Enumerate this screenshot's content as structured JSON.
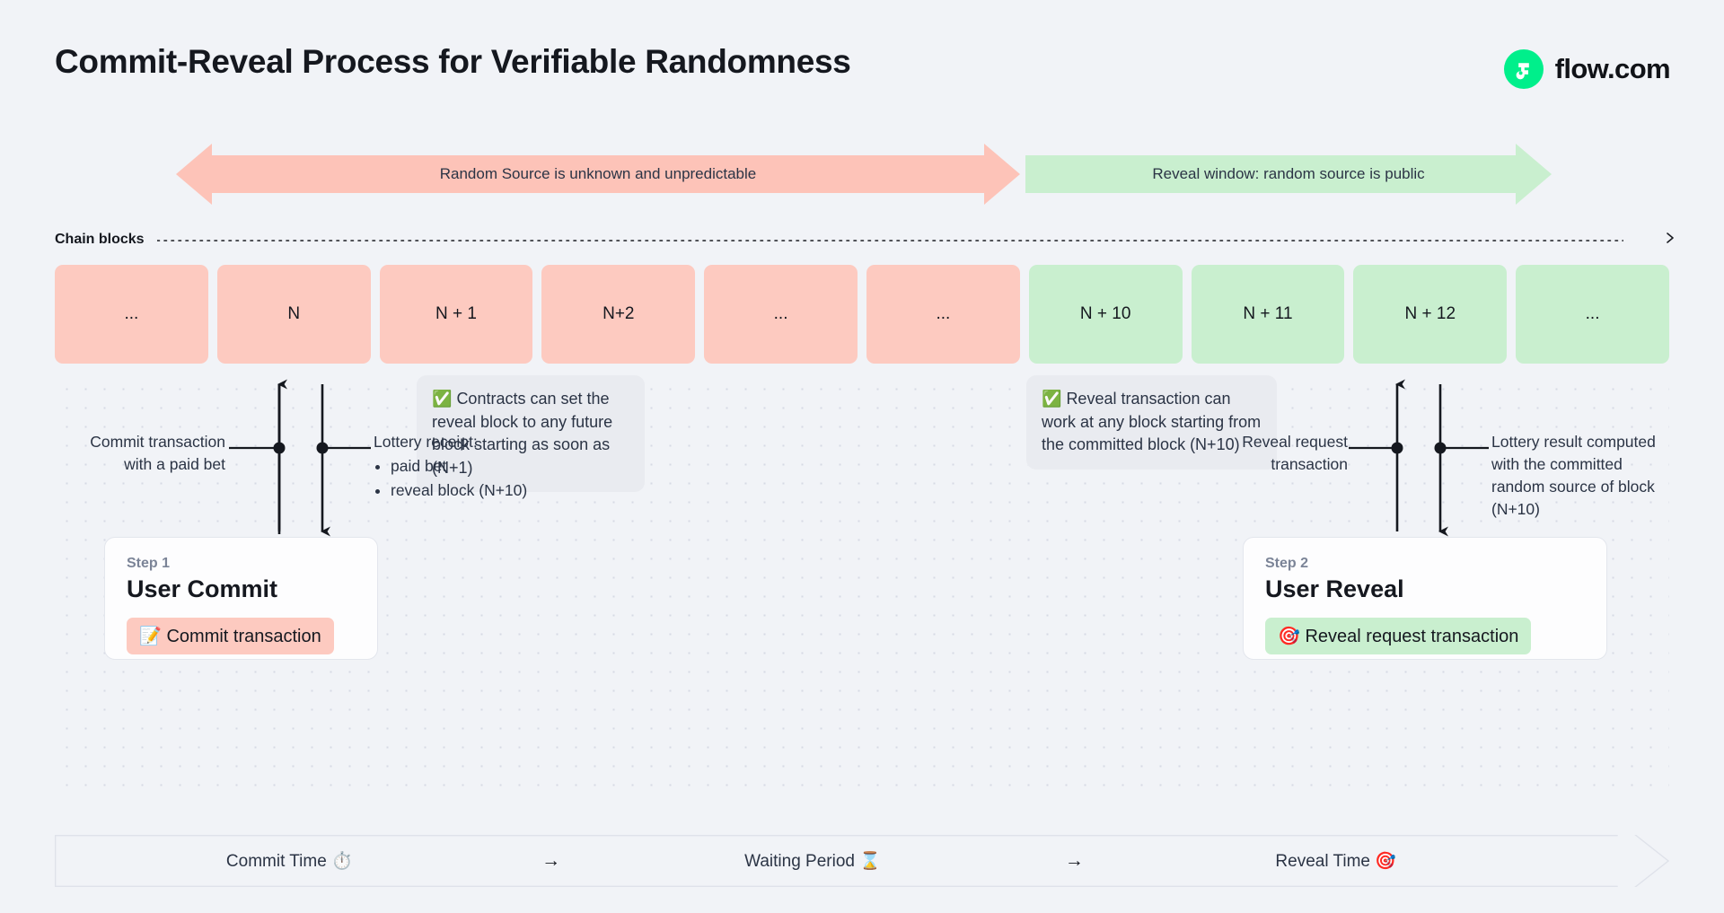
{
  "header": {
    "title": "Commit-Reveal Process for Verifiable Randomness",
    "brand_name": "flow.com",
    "brand_icon": "flow-logo-icon",
    "brand_color": "#00ef8b"
  },
  "phases": [
    {
      "label": "Random Source is unknown and unpredictable",
      "color": "#fdc3b8",
      "shape": "double-arrow"
    },
    {
      "label": "Reveal window: random source is public",
      "color": "#c9efcf",
      "shape": "right-arrow"
    }
  ],
  "chain": {
    "label": "Chain blocks",
    "dotted_line": true,
    "line_end_icon": "chevron-right-icon",
    "blocks": [
      {
        "label": "...",
        "state": "pink"
      },
      {
        "label": "N",
        "state": "pink"
      },
      {
        "label": "N + 1",
        "state": "pink"
      },
      {
        "label": "N+2",
        "state": "pink"
      },
      {
        "label": "...",
        "state": "pink"
      },
      {
        "label": "...",
        "state": "pink"
      },
      {
        "label": "N + 10",
        "state": "green"
      },
      {
        "label": "N + 11",
        "state": "green"
      },
      {
        "label": "N + 12",
        "state": "green"
      },
      {
        "label": "...",
        "state": "green"
      }
    ]
  },
  "callouts": [
    {
      "icon": "check-mark-button-emoji",
      "glyph": "✅",
      "text": "Contracts can set the reveal block to any future block starting as soon as (N+1)"
    },
    {
      "icon": "check-mark-button-emoji",
      "glyph": "✅",
      "text": "Reveal transaction can work at any block starting from the committed block (N+10)"
    }
  ],
  "annotations": {
    "commit_transaction": {
      "line1": "Commit transaction",
      "line2": "with a paid bet"
    },
    "lottery_receipt": {
      "title": "Lottery receipt:",
      "items": [
        "paid bet",
        "reveal block (N+10)"
      ]
    },
    "reveal_request": {
      "line1": "Reveal request",
      "line2": "transaction"
    },
    "lottery_result": {
      "text": "Lottery result computed with the committed random source of block (N+10)"
    }
  },
  "steps": [
    {
      "eyebrow": "Step 1",
      "title": "User Commit",
      "pill_glyph": "📝",
      "pill_icon": "memo-emoji",
      "pill_label": "Commit transaction",
      "pill_color": "#fdcac0"
    },
    {
      "eyebrow": "Step 2",
      "title": "User Reveal",
      "pill_glyph": "🎯",
      "pill_icon": "direct-hit-emoji",
      "pill_label": "Reveal request transaction",
      "pill_color": "#c9efcf"
    }
  ],
  "timeline": {
    "stages": [
      {
        "label": "Commit Time ⏱️",
        "icon": "stopwatch-emoji"
      },
      {
        "label": "Waiting Period ⌛",
        "icon": "hourglass-emoji"
      },
      {
        "label": "Reveal Time 🎯",
        "icon": "direct-hit-emoji"
      }
    ],
    "separator_glyph": "→"
  }
}
